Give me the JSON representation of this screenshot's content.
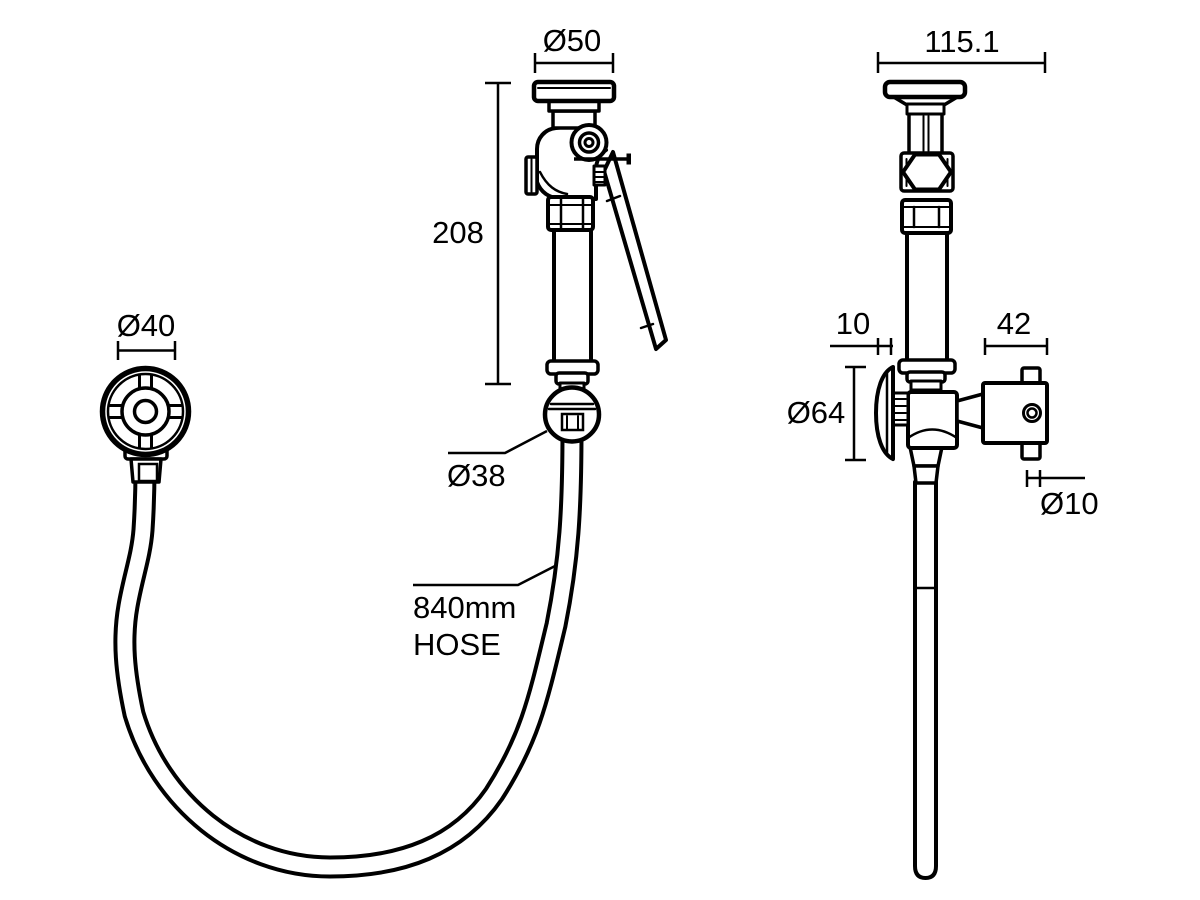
{
  "drawing": {
    "type": "technical-dimension-drawing",
    "subject": "trigger spray unit with hose and wall bracket, three orthographic views",
    "background_color": "#ffffff",
    "line_color": "#000000",
    "views": {
      "top_view": {
        "diameter_label": "Ø40"
      },
      "side_view": {
        "head_diameter_label": "Ø50",
        "height_label": "208",
        "ball_diameter_label": "Ø38",
        "hose_label_line1": "840mm",
        "hose_label_line2": "HOSE"
      },
      "front_view": {
        "width_label": "115.1",
        "flange_offset_label": "10",
        "bracket_width_label": "42",
        "flange_diameter_label": "Ø64",
        "screw_diameter_label": "Ø10"
      }
    }
  }
}
